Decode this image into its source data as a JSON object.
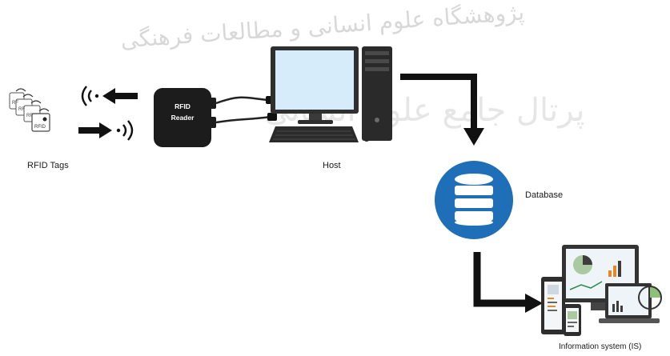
{
  "labels": {
    "rfid_tags": "RFID Tags",
    "rfid_reader_line1": "RFID",
    "rfid_reader_line2": "Reader",
    "host": "Host",
    "database": "Database",
    "information_system": "Information system (IS)",
    "tag_small_1": "RF",
    "tag_small_2": "RF",
    "tag_small_3": "RF",
    "tag_small_4": "RFID"
  },
  "watermark": {
    "line1": "پژوهشگاه علوم انسانی و مطالعات فرهنگی",
    "line2": "پرتال جامع علوم انسانی"
  },
  "colors": {
    "arrow": "#111111",
    "reader": "#1c1c1c",
    "database": "#1e6fb8",
    "database_stack": "#ffffff",
    "monitor_screen": "#cfe6f6",
    "monitor_frame": "#333333"
  },
  "icons": [
    "rfid-tags-icon",
    "wireless-signal-icon",
    "rfid-reader-icon",
    "host-computer-icon",
    "database-icon",
    "information-system-devices-icon"
  ]
}
